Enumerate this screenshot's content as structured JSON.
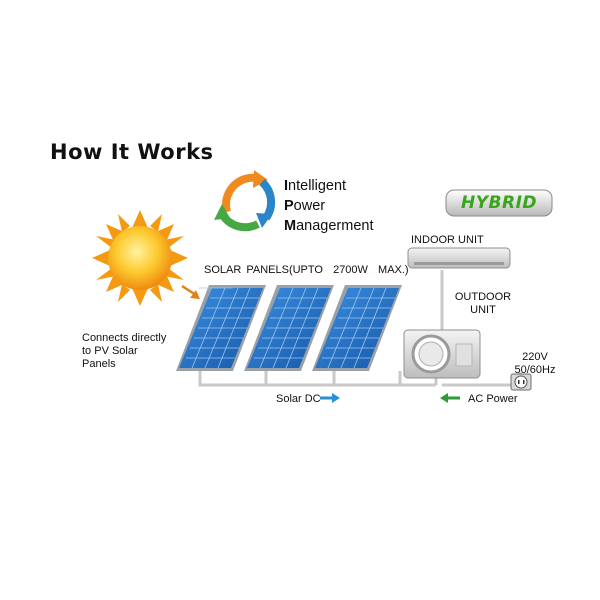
{
  "title": "How It Works",
  "ipm": {
    "line1_initial": "I",
    "line1_rest": "ntelligent",
    "line2_initial": "P",
    "line2_rest": "ower",
    "line3_initial": "M",
    "line3_rest": "anagerment"
  },
  "hybrid_badge": "HYBRID",
  "labels": {
    "indoor_unit": "INDOOR UNIT",
    "solar_panels": "SOLAR PANELS(UPTO  2700W  MAX.)",
    "outdoor_line1": "OUTDOOR",
    "outdoor_line2": "UNIT",
    "connects_line1": "Connects directly",
    "connects_line2": "to PV Solar",
    "connects_line3": "Panels",
    "voltage_line1": "220V",
    "voltage_line2": "50/60Hz",
    "solar_dc": "Solar DC",
    "ac_power": "AC Power"
  },
  "colors": {
    "panel_blue": "#1f6fc4",
    "arrow_blue": "#2b8fd6",
    "arrow_green": "#2f9a3a",
    "sun_orange": "#f39a12",
    "sun_yellow": "#fcd23a",
    "hybrid_green": "#39a51a",
    "ipm_orange": "#f08a1e",
    "ipm_blue": "#2a86c8",
    "ipm_green": "#45a842"
  }
}
